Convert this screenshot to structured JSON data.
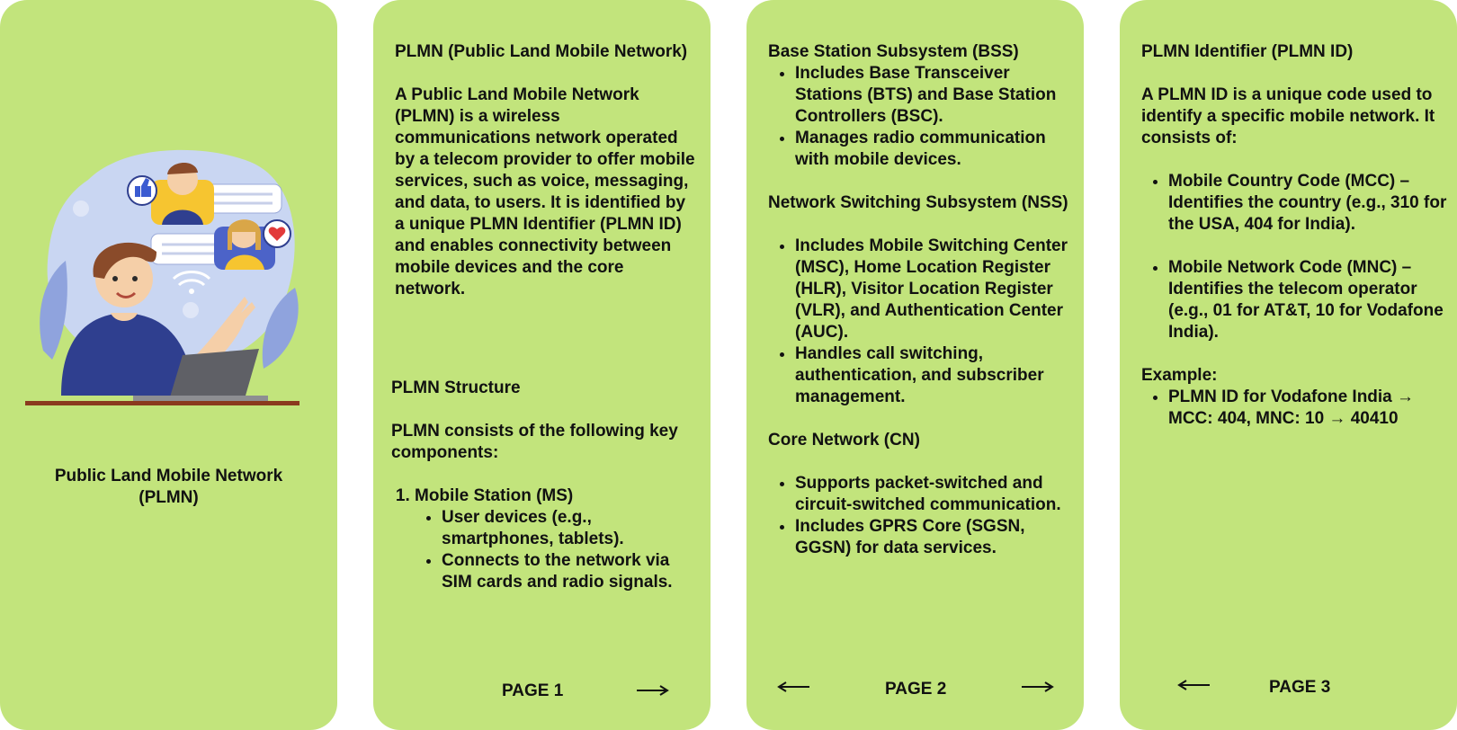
{
  "cover": {
    "title": "Public Land Mobile Network (PLMN)",
    "illustration_icon": "person-laptop-chat-illustration"
  },
  "page1": {
    "heading": "PLMN (Public Land Mobile Network)",
    "intro": "A Public Land Mobile Network (PLMN) is a wireless communications network operated by a telecom provider to offer mobile services, such as voice, messaging, and data, to users. It is identified by a unique PLMN Identifier (PLMN ID) and enables connectivity between mobile devices and the core network.",
    "structure_heading": "PLMN Structure",
    "structure_intro": "PLMN consists of the following key components:",
    "component_title": "Mobile Station (MS)",
    "component_bullets": [
      "User devices (e.g., smartphones, tablets).",
      "Connects to the network via SIM cards and radio signals."
    ],
    "page_label": "PAGE 1"
  },
  "page2": {
    "bss_heading": "Base Station Subsystem (BSS)",
    "bss_bullets": [
      "Includes Base Transceiver Stations (BTS) and Base Station Controllers (BSC).",
      "Manages radio communication with mobile devices."
    ],
    "nss_heading": "Network Switching Subsystem (NSS)",
    "nss_bullets": [
      "Includes Mobile Switching Center (MSC), Home Location Register (HLR), Visitor Location Register (VLR), and Authentication Center (AUC).",
      "Handles call switching, authentication, and subscriber management."
    ],
    "cn_heading": "Core Network (CN)",
    "cn_bullets": [
      "Supports packet-switched and circuit-switched communication.",
      "Includes GPRS Core (SGSN, GGSN) for data services."
    ],
    "page_label": "PAGE 2"
  },
  "page3": {
    "heading": "PLMN Identifier (PLMN ID)",
    "intro": "A PLMN ID is a unique code used to identify a specific mobile network. It consists of:",
    "mcc": "Mobile Country Code (MCC) – Identifies the country (e.g., 310 for the USA, 404 for India).",
    "mnc": "Mobile Network Code (MNC) – Identifies the telecom operator (e.g., 01 for AT&T, 10 for Vodafone India).",
    "example_label": "Example:",
    "example_bullet": "PLMN ID for Vodafone India → MCC: 404, MNC: 10 → 40410",
    "page_label": "PAGE 3"
  },
  "colors": {
    "card_background": "#c2e47c",
    "text": "#111111"
  }
}
